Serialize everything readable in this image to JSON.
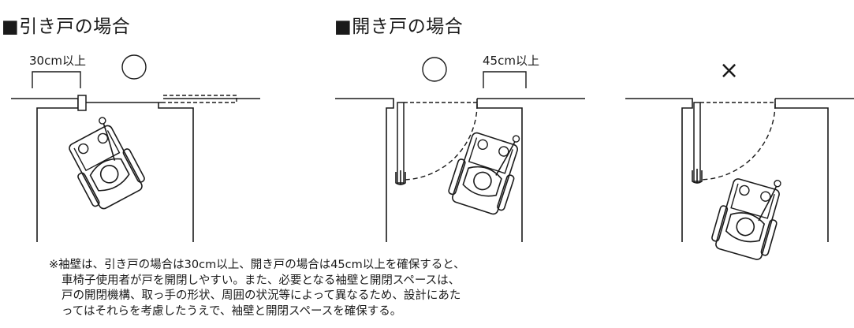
{
  "headings": {
    "sliding": "■引き戸の場合",
    "hinged": "■開き戸の場合"
  },
  "dimensions": {
    "sliding_wall": "30cm以上",
    "hinged_wall": "45cm以上"
  },
  "verdicts": {
    "sliding": "◯",
    "hinged_good": "◯",
    "hinged_bad": "×"
  },
  "note": {
    "lines": [
      "※袖壁は、引き戸の場合は30cm以上、開き戸の場合は45cm以上を確保すると、",
      "車椅子使用者が戸を開閉しやすい。また、必要となる袖壁と開閉スペースは、",
      "戸の開閉機構、取っ手の形状、周囲の状況等によって異なるため、設計にあた",
      "ってはそれらを考慮したうえで、袖壁と開閉スペースを確保する。"
    ]
  },
  "icons": [
    "wheelchair-user-icon",
    "door-handle-icon"
  ]
}
